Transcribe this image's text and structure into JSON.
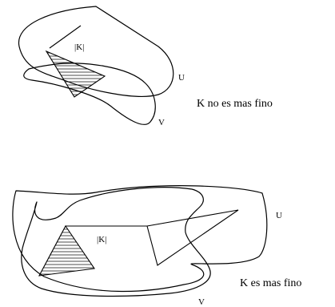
{
  "top_panel": {
    "complex_label": "|K|",
    "set_u_label": "U",
    "set_v_label": "V",
    "caption": "K no es mas fino"
  },
  "bottom_panel": {
    "complex_label": "|K|",
    "set_u_label": "U",
    "set_v_label": "V",
    "caption": "K es mas fino"
  }
}
